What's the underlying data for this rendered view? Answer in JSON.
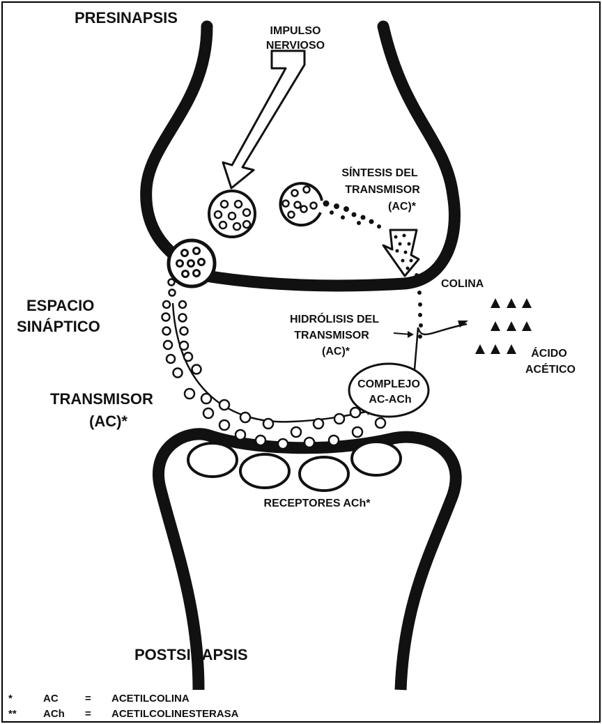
{
  "labels": {
    "presinapsis": "PRESINAPSIS",
    "impulso_1": "IMPULSO",
    "impulso_2": "NERVIOSO",
    "sintesis_1": "SÍNTESIS DEL",
    "sintesis_2": "TRANSMISOR",
    "sintesis_3": "(AC)*",
    "espacio_1": "ESPACIO",
    "espacio_2": "SINÁPTICO",
    "colina": "COLINA",
    "hidrolisis_1": "HIDRÓLISIS DEL",
    "hidrolisis_2": "TRANSMISOR",
    "hidrolisis_3": "(AC)*",
    "acido_1": "ÁCIDO",
    "acido_2": "ACÉTICO",
    "complejo_1": "COMPLEJO",
    "complejo_2": "AC-ACh",
    "transmisor_1": "TRANSMISOR",
    "transmisor_2": "(AC)*",
    "receptores": "RECEPTORES ACh*",
    "postsinapsis": "POSTSINAPSIS"
  },
  "legend": [
    {
      "mark": "*",
      "abbr": "AC",
      "eq": "=",
      "meaning": "ACETILCOLINA"
    },
    {
      "mark": "**",
      "abbr": "ACh",
      "eq": "=",
      "meaning": "ACETILCOLINESTERASA"
    }
  ]
}
